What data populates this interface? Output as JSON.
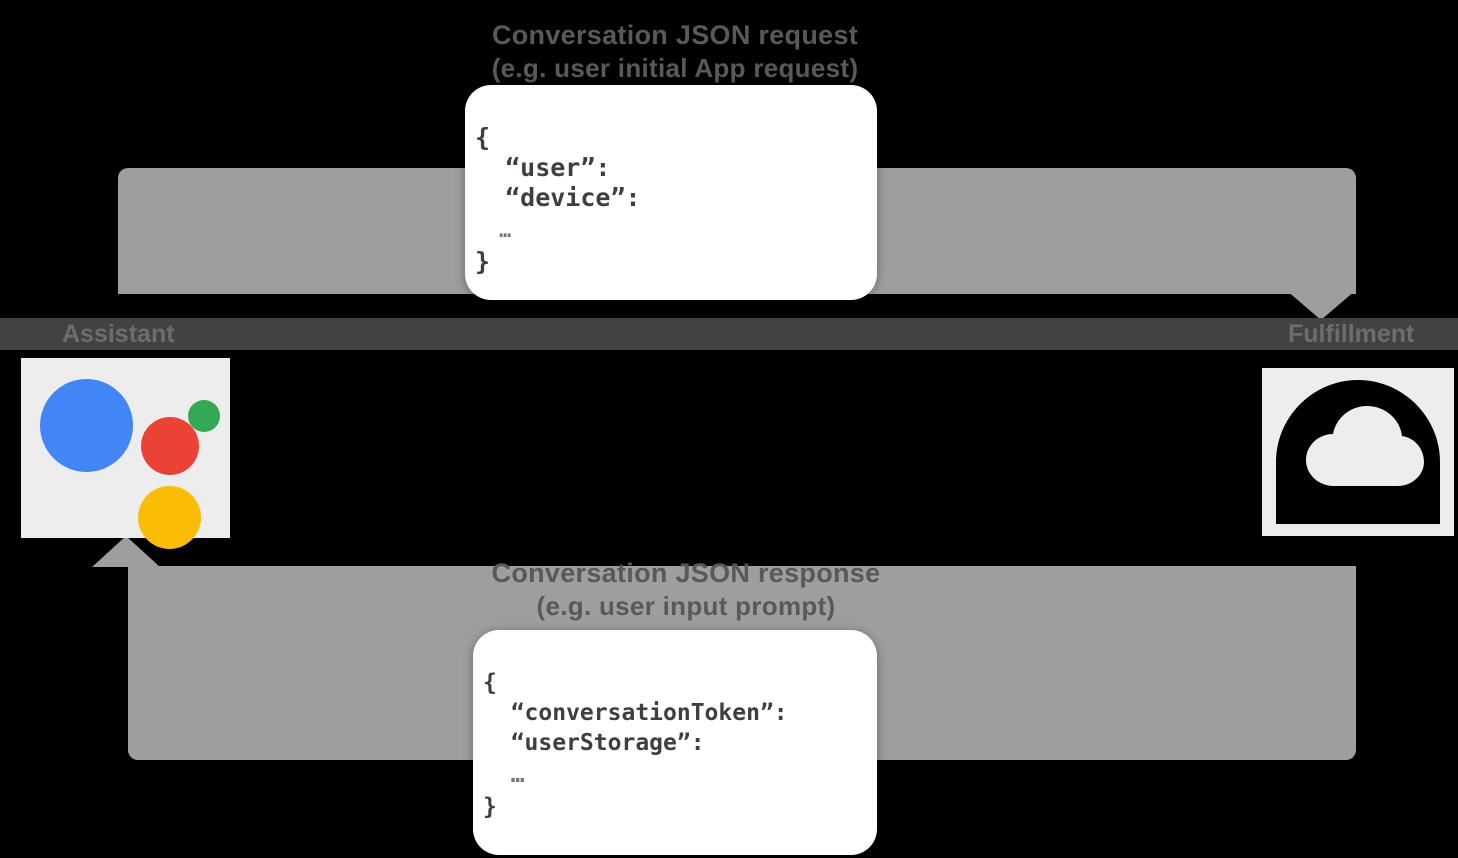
{
  "diagram": {
    "title_top": {
      "line1": "Conversation JSON request",
      "line2": "(e.g. user initial App request)"
    },
    "title_bottom": {
      "line1": "Conversation JSON response",
      "line2": "(e.g. user input prompt)"
    },
    "nodes": [
      {
        "id": "assistant",
        "label": "Assistant",
        "icon": "google-assistant-icon"
      },
      {
        "id": "fulfillment",
        "label": "Fulfillment",
        "icon": "cloud-icon"
      }
    ],
    "colors": {
      "arrow": "#9e9e9e",
      "band": "#424242",
      "tile": "#ededed",
      "google_blue": "#4285f4",
      "google_red": "#ea4335",
      "google_green": "#34a853",
      "google_yellow": "#fbbc05",
      "caption_text": "#595959",
      "node_label_text": "#6d6d6d"
    },
    "request_json": {
      "line_open": "{",
      "line_1": "  “user”:",
      "line_2": "  “device”:",
      "line_dots": "  …",
      "line_close": "}"
    },
    "response_json": {
      "line_open": "{",
      "line_1": "  “conversationToken”:",
      "line_2": "  “userStorage”:",
      "line_dots": "  …",
      "line_close": "}"
    }
  }
}
